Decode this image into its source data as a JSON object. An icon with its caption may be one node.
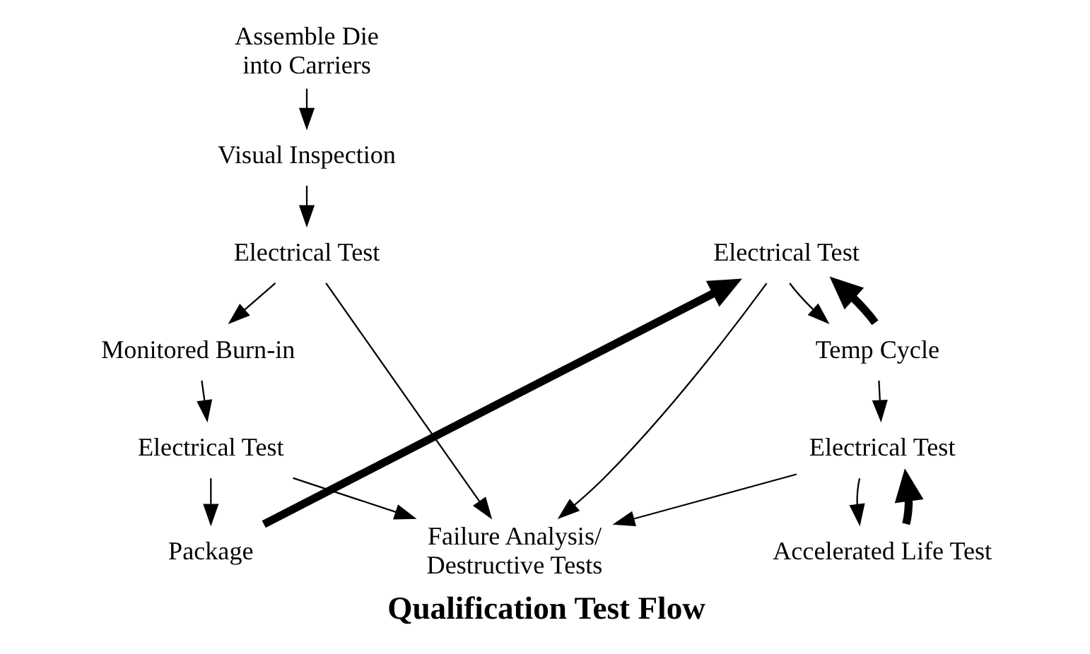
{
  "diagram": {
    "caption": "Qualification Test Flow",
    "nodes": [
      {
        "text": [
          "Assemble Die into Carriers"
        ]
      },
      {
        "text": [
          "Visual Inspection"
        ]
      },
      {
        "text": [
          "Electrical Test"
        ]
      },
      {
        "text": [
          "Monitored Burn-in"
        ]
      },
      {
        "text": [
          "Electrical Test"
        ]
      },
      {
        "text": [
          "Package"
        ]
      },
      {
        "text": [
          "Electrical Test"
        ]
      },
      {
        "text": [
          "Temp Cycle"
        ]
      },
      {
        "text": [
          "Electrical Test"
        ]
      },
      {
        "text": [
          "Accelerated Life Test"
        ]
      },
      {
        "text": [
          "Failure Analysis/ Destructive Tests"
        ]
      }
    ],
    "edges": [
      {
        "from": 0,
        "to": 1,
        "arrow": "to"
      },
      {
        "from": 1,
        "to": 2,
        "arrow": "to"
      },
      {
        "from": 2,
        "to": 3,
        "arrow": "to"
      },
      {
        "from": 3,
        "to": 4,
        "arrow": "to"
      },
      {
        "from": 4,
        "to": 5,
        "arrow": "to"
      },
      {
        "from": 5,
        "to": 6,
        "arrow": "to",
        "style": "thick"
      },
      {
        "from": 6,
        "to": 7,
        "arrow": "to"
      },
      {
        "from": 7,
        "to": 6,
        "arrow": "to",
        "style": "thick"
      },
      {
        "from": 7,
        "to": 8,
        "arrow": "to"
      },
      {
        "from": 8,
        "to": 9,
        "arrow": "to"
      },
      {
        "from": 9,
        "to": 8,
        "arrow": "to",
        "style": "thick"
      },
      {
        "from": 2,
        "to": 10,
        "arrow": "to"
      },
      {
        "from": 4,
        "to": 10,
        "arrow": "to"
      },
      {
        "from": 6,
        "to": 10,
        "arrow": "to"
      },
      {
        "from": 8,
        "to": 10,
        "arrow": "to"
      }
    ]
  }
}
